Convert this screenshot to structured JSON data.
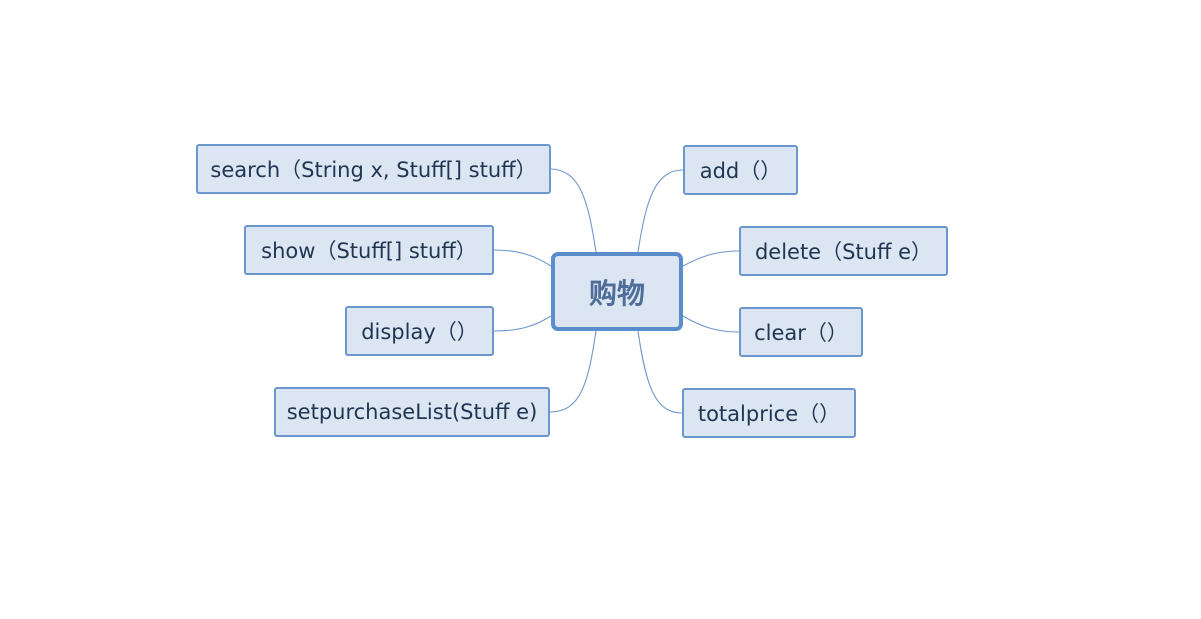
{
  "mindmap": {
    "root": {
      "label": "购物"
    },
    "left_branches": [
      {
        "label": "search（String x, Stuff[] stuff）"
      },
      {
        "label": "show（Stuff[] stuff）"
      },
      {
        "label": "display（）"
      },
      {
        "label": "setpurchaseList(Stuff e)"
      }
    ],
    "right_branches": [
      {
        "label": "add（）"
      },
      {
        "label": "delete（Stuff e）"
      },
      {
        "label": "clear（）"
      },
      {
        "label": "totalprice（）"
      }
    ]
  },
  "colors": {
    "node_fill": "#dce5f2",
    "node_border": "#6c97cc",
    "root_border": "#5b8dcd",
    "connector": "#6f98cf",
    "text": "#1f3552",
    "root_text": "#4e6e99"
  }
}
